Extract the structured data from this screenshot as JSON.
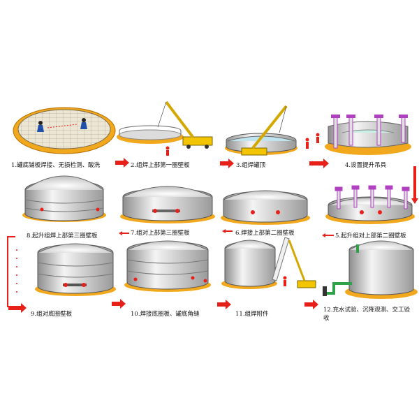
{
  "steps": [
    {
      "label": "1.罐底铺板焊接、无损检测、酸洗"
    },
    {
      "label": "2.组焊上部第一圈壁板"
    },
    {
      "label": "3.组焊罐顶"
    },
    {
      "label": "4.设置提升吊具"
    },
    {
      "label": "5.起升组对上部第二圈壁板"
    },
    {
      "label": "6.焊接上部第二圈壁板"
    },
    {
      "label": "7.组对上部第三圈壁板"
    },
    {
      "label": "8.起升组焊上部第三圈壁板"
    },
    {
      "label": "9.组对底圈壁板"
    },
    {
      "label": "10.焊接底圈板、罐底角缝"
    },
    {
      "label": "11.组焊附件"
    },
    {
      "label": "12.充水试验、沉降观测、交工验收"
    }
  ],
  "colors": {
    "arrow": "#e8201a",
    "ring": "#f2a81c",
    "steel": "#c9c9c9",
    "roof": "#eeeeee",
    "crane": "#f3c400",
    "jack": "#b040c0",
    "water": "#2fa24a"
  }
}
